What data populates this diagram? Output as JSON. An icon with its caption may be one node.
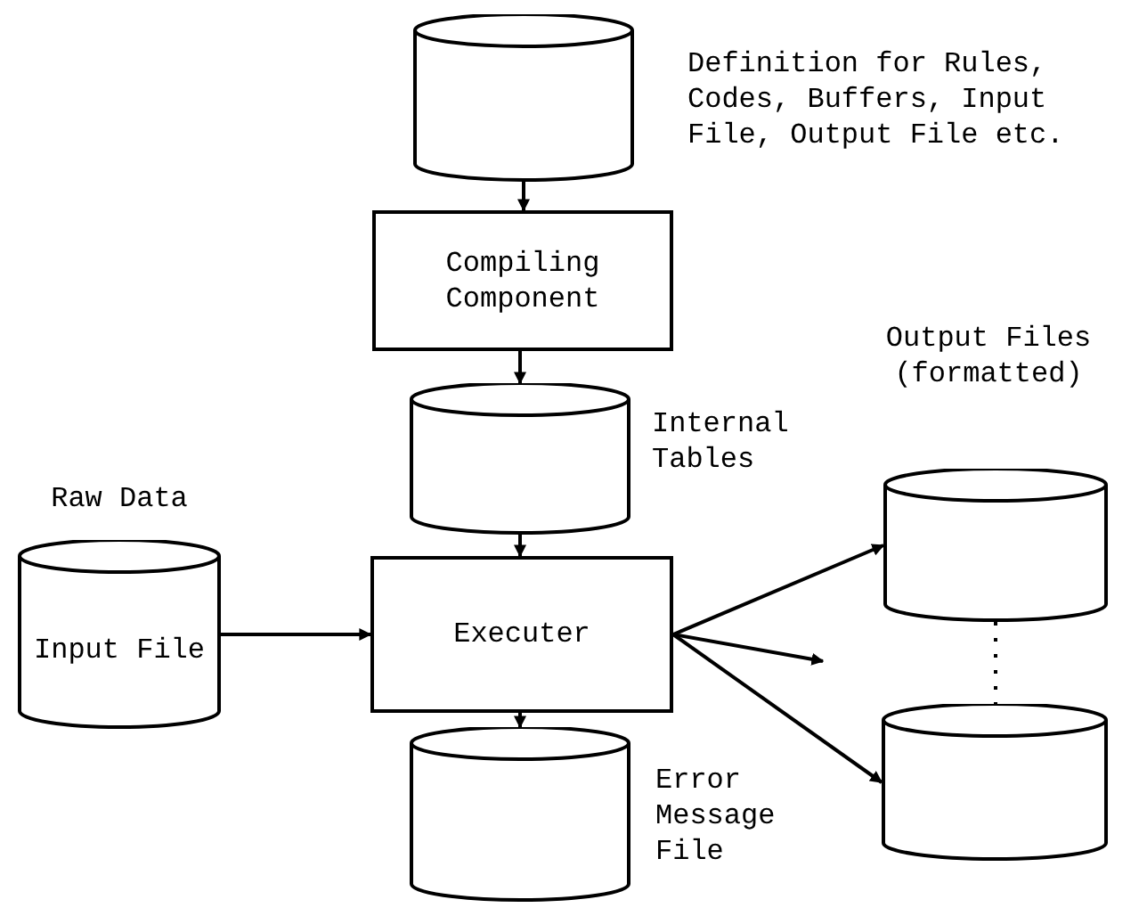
{
  "diagram": {
    "nodes": [
      {
        "text": [],
        "shape": "cylinder",
        "beside": [
          "Definition for Rules, Codes, Buffers, Input File, Output File etc."
        ]
      },
      {
        "text": [
          "Compiling Component"
        ]
      },
      {
        "text": [],
        "shape": "cylinder",
        "beside": [
          "Internal Tables"
        ]
      },
      {
        "text": [
          "Input File"
        ],
        "beside": [
          "Raw Data"
        ]
      },
      {
        "text": [
          "Executer"
        ]
      },
      {
        "text": [],
        "shape": "cylinder",
        "beside": [
          "Error Message File"
        ]
      },
      {
        "text": [],
        "shape": "cylinder",
        "beside": [
          "Output Files (formatted)"
        ]
      },
      {
        "text": [],
        "shape": "cylinder"
      }
    ],
    "edges": [
      {
        "from": 0,
        "to": 1,
        "arrow": "to"
      },
      {
        "from": 1,
        "to": 2,
        "arrow": "to"
      },
      {
        "from": 2,
        "to": 4,
        "arrow": "to"
      },
      {
        "from": 3,
        "to": 4,
        "arrow": "to"
      },
      {
        "from": 4,
        "to": 5,
        "arrow": "to"
      },
      {
        "from": 4,
        "to": 6,
        "arrow": "to"
      },
      {
        "from": 4,
        "to": null,
        "arrow": "to"
      },
      {
        "from": 4,
        "to": 7,
        "arrow": "to"
      },
      {
        "from": 6,
        "to": 7,
        "arrow": "none",
        "style": "dashed"
      }
    ]
  }
}
